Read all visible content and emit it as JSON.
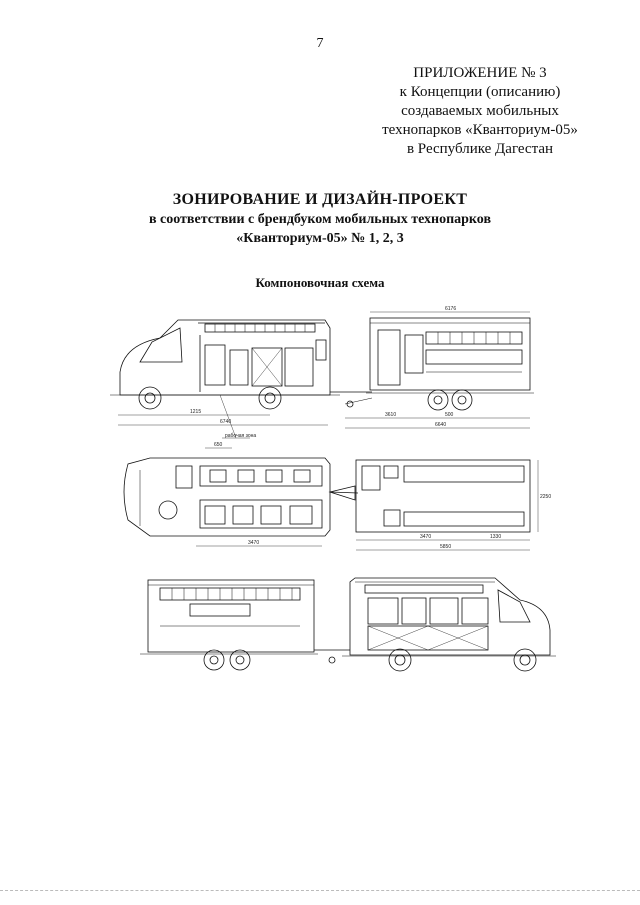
{
  "page": {
    "number": "7"
  },
  "appendix": {
    "lines": [
      "ПРИЛОЖЕНИЕ № 3",
      "к Концепции (описанию)",
      "создаваемых мобильных",
      "технопарков «Кванториум-05»",
      "в Республике Дагестан"
    ]
  },
  "heading": {
    "title": "ЗОНИРОВАНИЕ И ДИЗАЙН-ПРОЕКТ",
    "subtitle_line1": "в соответствии с брендбуком мобильных технопарков",
    "subtitle_line2": "«Кванториум-05» № 1, 2, 3"
  },
  "scheme": {
    "title": "Компоновочная схема",
    "dimensions": {
      "trailer_length": "6176",
      "van_wheelbase": "1215",
      "van_total": "6740",
      "hitch": "3610",
      "axle_spacing": "500",
      "trailer_total": "6640",
      "plan_door": "650",
      "plan_van_body": "3470",
      "plan_trailer_a": "3470",
      "plan_trailer_b": "1330",
      "plan_trailer_total": "5850",
      "plan_width": "2250",
      "label_floor": "рабочая зона"
    }
  }
}
